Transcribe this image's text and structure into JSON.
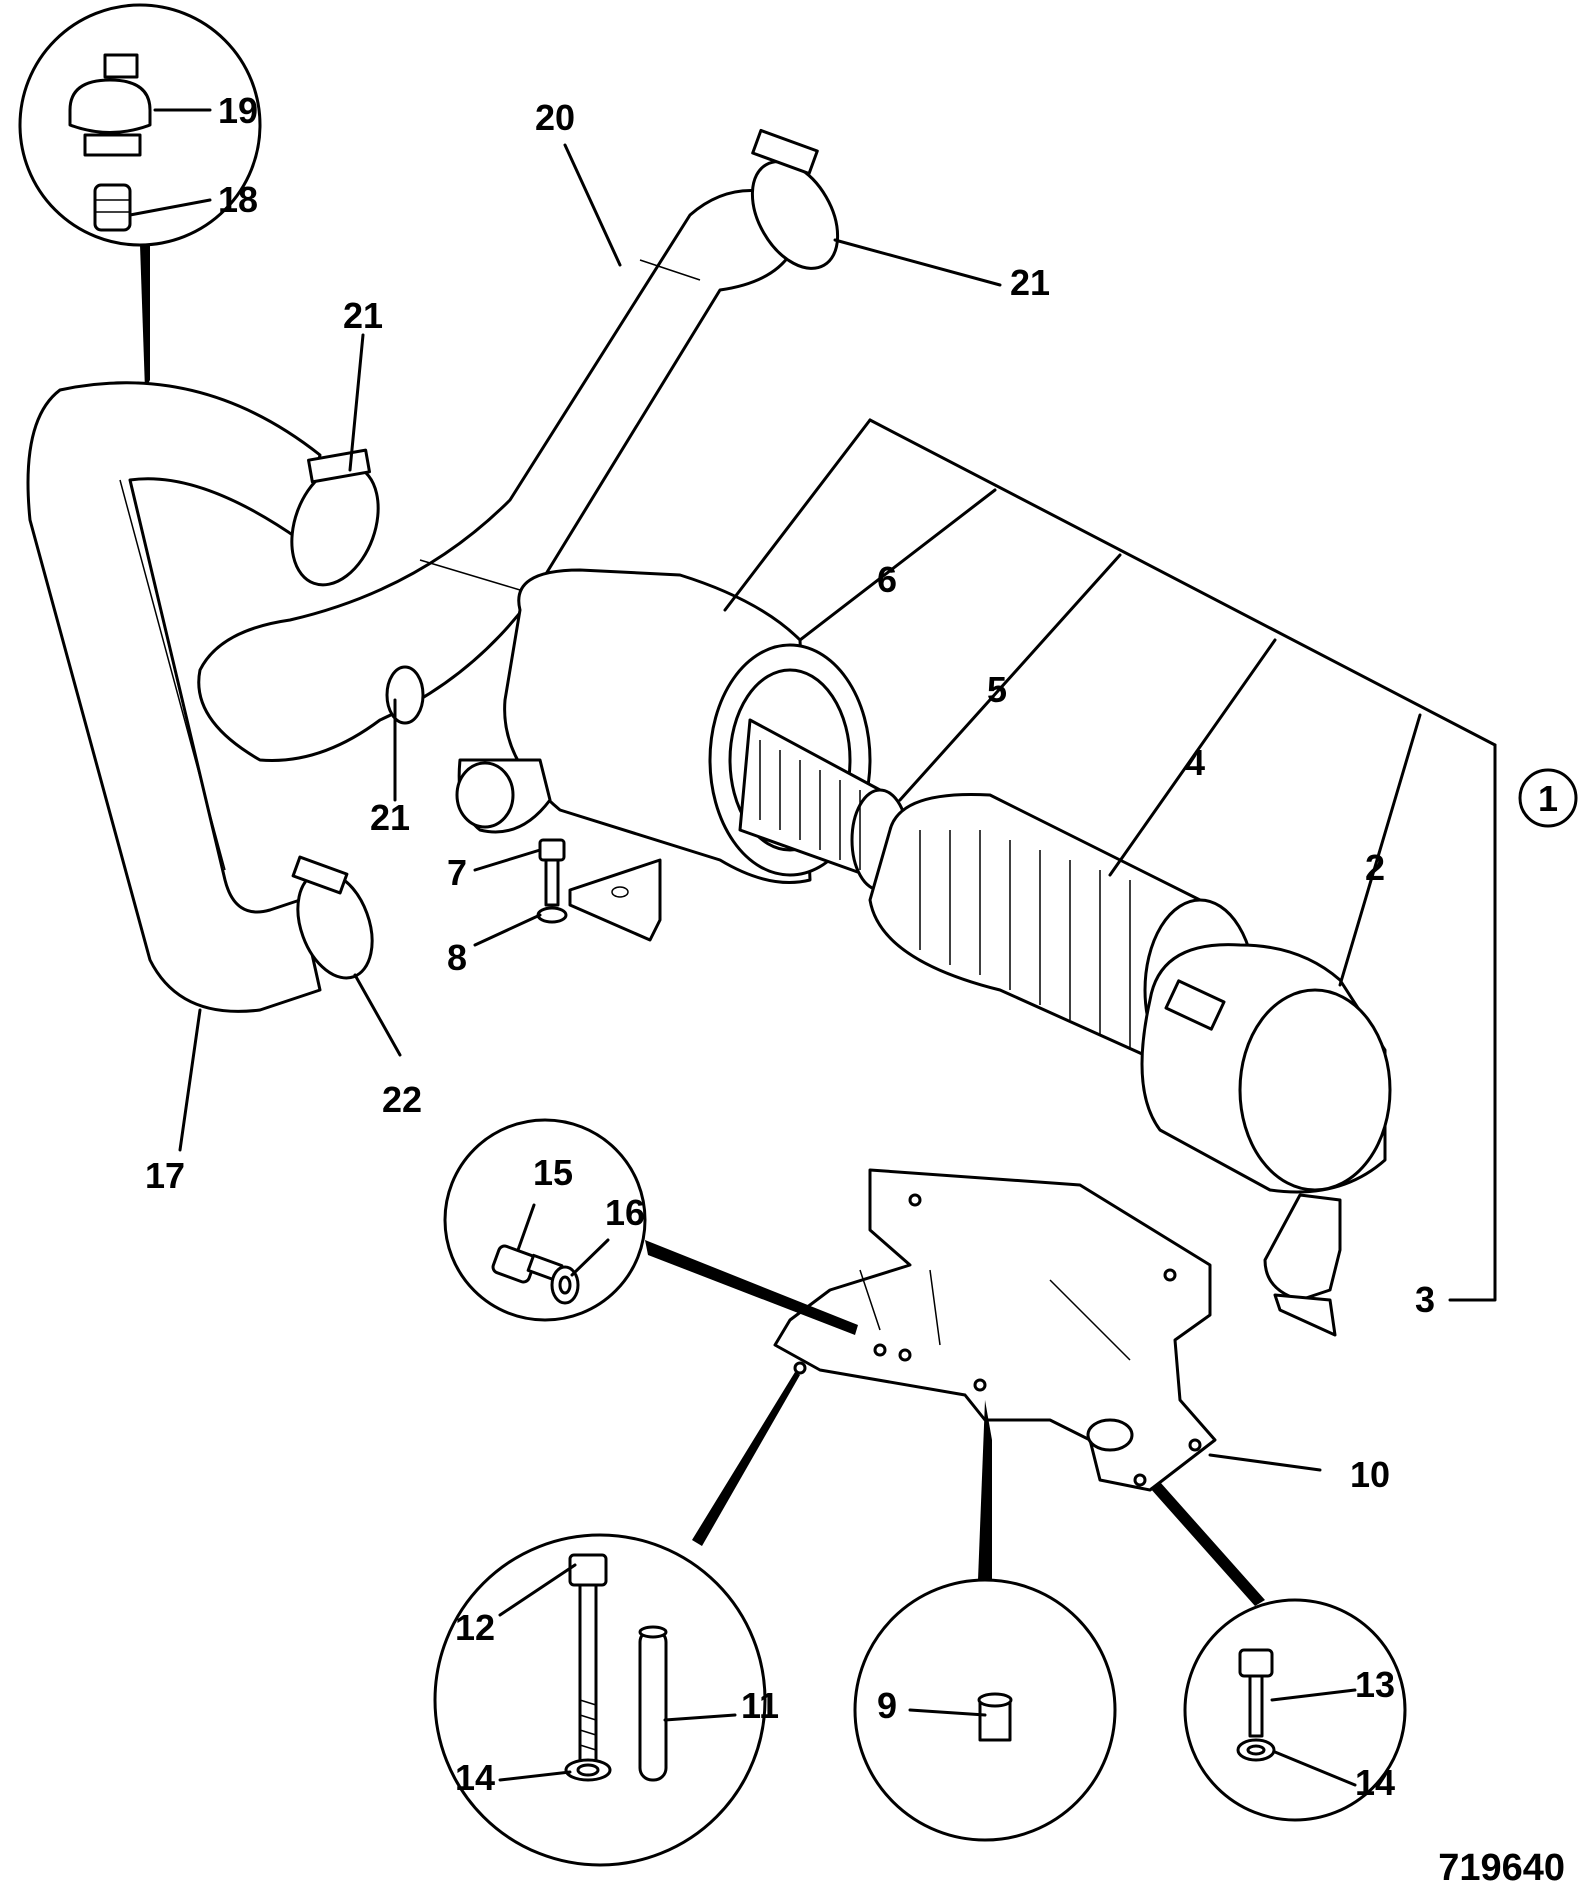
{
  "diagram": {
    "drawing_number": "719640",
    "callouts": {
      "c1": "1",
      "c2": "2",
      "c3": "3",
      "c4": "4",
      "c5": "5",
      "c6": "6",
      "c7": "7",
      "c8": "8",
      "c9": "9",
      "c10": "10",
      "c11": "11",
      "c12": "12",
      "c13": "13",
      "c14a": "14",
      "c14b": "14",
      "c15": "15",
      "c16": "16",
      "c17": "17",
      "c18": "18",
      "c19": "19",
      "c20": "20",
      "c21a": "21",
      "c21b": "21",
      "c21c": "21",
      "c22": "22"
    }
  }
}
